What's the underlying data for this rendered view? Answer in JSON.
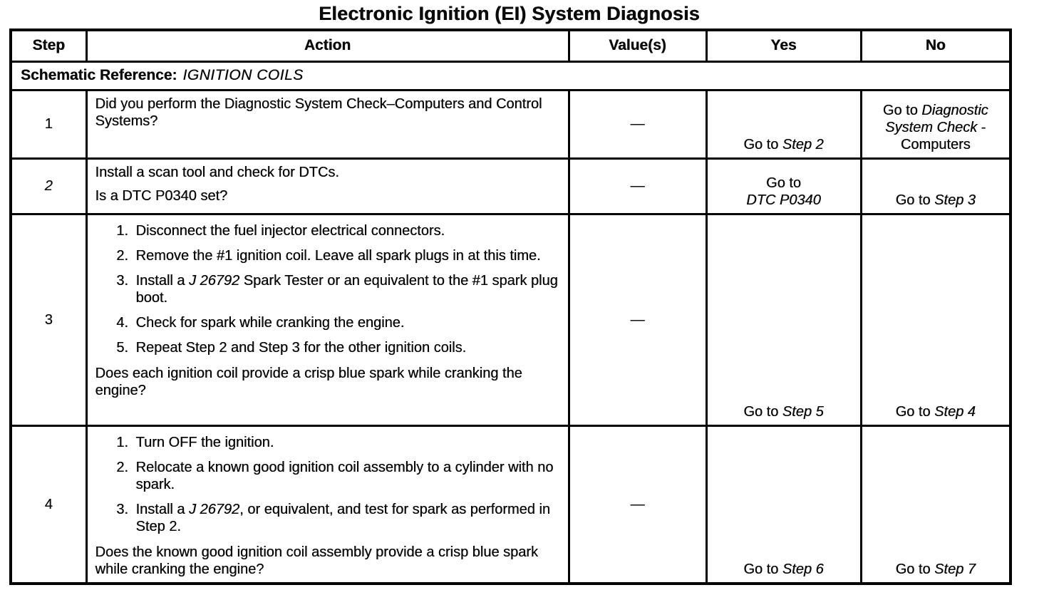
{
  "title": "Electronic Ignition (EI) System Diagnosis",
  "colors": {
    "ink": "#000000",
    "paper": "#ffffff"
  },
  "table": {
    "headers": [
      "Step",
      "Action",
      "Value(s)",
      "Yes",
      "No"
    ],
    "schematic_reference": {
      "label": "Schematic Reference:",
      "value": "IGNITION COILS"
    },
    "rows": [
      {
        "step": "1",
        "step_italic": false,
        "paragraphs": [
          [
            {
              "t": "Did you perform the Diagnostic System Check–Computers and Control Systems?"
            }
          ]
        ],
        "list": [],
        "question": null,
        "value": "—",
        "yes": [
          [
            {
              "t": "Go to "
            },
            {
              "t": "Step 2",
              "i": true
            }
          ]
        ],
        "no": [
          [
            {
              "t": "Go to "
            },
            {
              "t": "Diagnostic System Check",
              "i": true
            },
            {
              "t": " - Computers"
            }
          ]
        ]
      },
      {
        "step": "2",
        "step_italic": true,
        "paragraphs": [
          [
            {
              "t": "Install a scan tool and check for DTCs."
            }
          ],
          [
            {
              "t": "Is a DTC P0340 set?"
            }
          ]
        ],
        "list": [],
        "question": null,
        "value": "—",
        "yes": [
          [
            {
              "t": "Go to"
            }
          ],
          [
            {
              "t": "DTC P0340",
              "i": true
            }
          ]
        ],
        "no": [
          [
            {
              "t": "Go to "
            },
            {
              "t": "Step 3",
              "i": true
            }
          ]
        ]
      },
      {
        "step": "3",
        "step_italic": false,
        "paragraphs": [],
        "list": [
          [
            {
              "t": "Disconnect the fuel injector electrical connectors."
            }
          ],
          [
            {
              "t": "Remove the #1 ignition coil. Leave all spark plugs in at this time."
            }
          ],
          [
            {
              "t": "Install a "
            },
            {
              "t": "J 26792",
              "i": true
            },
            {
              "t": " Spark Tester or an equivalent to the #1 spark plug boot."
            }
          ],
          [
            {
              "t": "Check for spark while cranking the engine."
            }
          ],
          [
            {
              "t": "Repeat Step 2 and Step 3 for the other ignition coils."
            }
          ]
        ],
        "question": [
          {
            "t": "Does each ignition coil provide a crisp blue spark while cranking the engine?"
          }
        ],
        "value": "—",
        "yes": [
          [
            {
              "t": "Go to "
            },
            {
              "t": "Step 5",
              "i": true
            }
          ]
        ],
        "no": [
          [
            {
              "t": "Go to "
            },
            {
              "t": "Step 4",
              "i": true
            }
          ]
        ]
      },
      {
        "step": "4",
        "step_italic": false,
        "paragraphs": [],
        "list": [
          [
            {
              "t": "Turn OFF the ignition."
            }
          ],
          [
            {
              "t": "Relocate a known good ignition coil assembly to a cylinder with no spark."
            }
          ],
          [
            {
              "t": "Install a "
            },
            {
              "t": "J 26792",
              "i": true
            },
            {
              "t": ", or equivalent, and test for spark as performed in Step 2."
            }
          ]
        ],
        "question": [
          {
            "t": "Does the known good ignition coil assembly provide a crisp blue spark while cranking the engine?"
          }
        ],
        "value": "—",
        "yes": [
          [
            {
              "t": "Go to "
            },
            {
              "t": "Step 6",
              "i": true
            }
          ]
        ],
        "no": [
          [
            {
              "t": "Go to "
            },
            {
              "t": "Step 7",
              "i": true
            }
          ]
        ]
      }
    ]
  }
}
